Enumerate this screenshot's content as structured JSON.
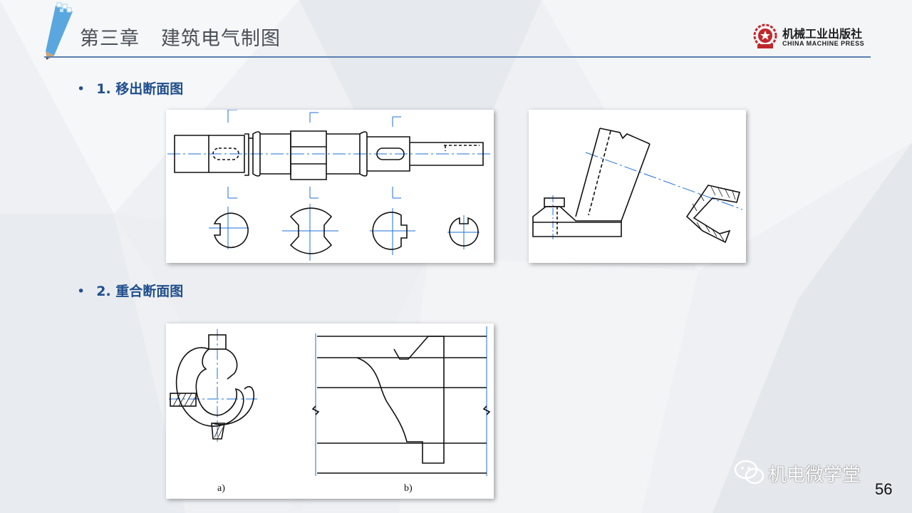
{
  "header": {
    "chapter": "第三章",
    "title": "建筑电气制图"
  },
  "logo": {
    "name_cn": "机械工业出版社",
    "name_en": "CHINA MACHINE PRESS"
  },
  "sections": [
    {
      "bullet": "•",
      "label": "1. 移出断面图"
    },
    {
      "bullet": "•",
      "label": "2. 重合断面图"
    }
  ],
  "figure_captions": {
    "a": "a)",
    "b": "b)"
  },
  "watermark": {
    "text": "机电微学堂",
    "icon": "wechat-icon"
  },
  "page_number": "56",
  "colors": {
    "accent": "#1f4e8c",
    "rule": "#5b7fb2",
    "centerline": "#1e6fd9"
  }
}
